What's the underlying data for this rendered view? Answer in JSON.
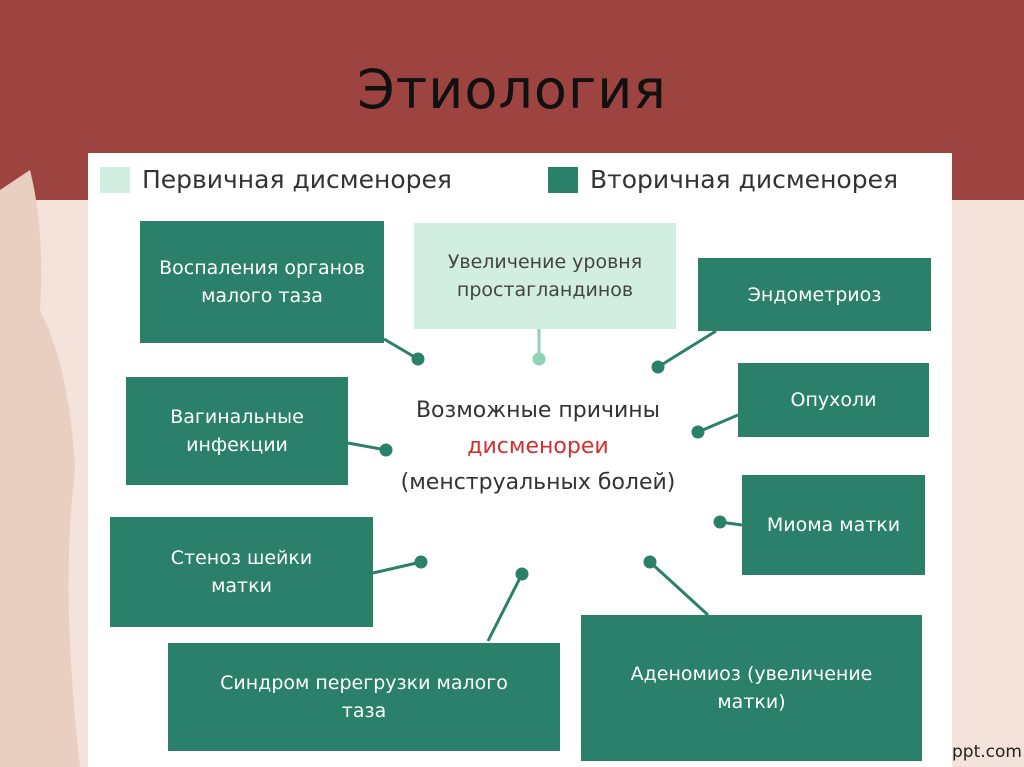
{
  "slide": {
    "title": "Этиология",
    "watermark": "ppt.com"
  },
  "colors": {
    "band": "#9d4440",
    "secondary": "#2a8068",
    "primary": "#d2ede1",
    "accent": "#d32f2f"
  },
  "legend": {
    "primary": "Первичная дисменорея",
    "secondary": "Вторичная дисменорея"
  },
  "center": {
    "line1": "Возможные причины",
    "line2": "дисменореи",
    "line3": "(менструальных болей)"
  },
  "nodes": {
    "inflammation": "Воспаления органов\nмалого таза",
    "prostaglandins": "Увеличение уровня\nпростагландинов",
    "endometriosis": "Эндометриоз",
    "vaginal_infections": "Вагинальные\nинфекции",
    "tumors": "Опухоли",
    "cervical_stenosis": "Стеноз шейки\nматки",
    "uterine_myoma": "Миома матки",
    "pelvic_congestion": "Синдром перегрузки малого\nтаза",
    "adenomyosis": "Аденомиоз (увеличение\nматки)"
  }
}
